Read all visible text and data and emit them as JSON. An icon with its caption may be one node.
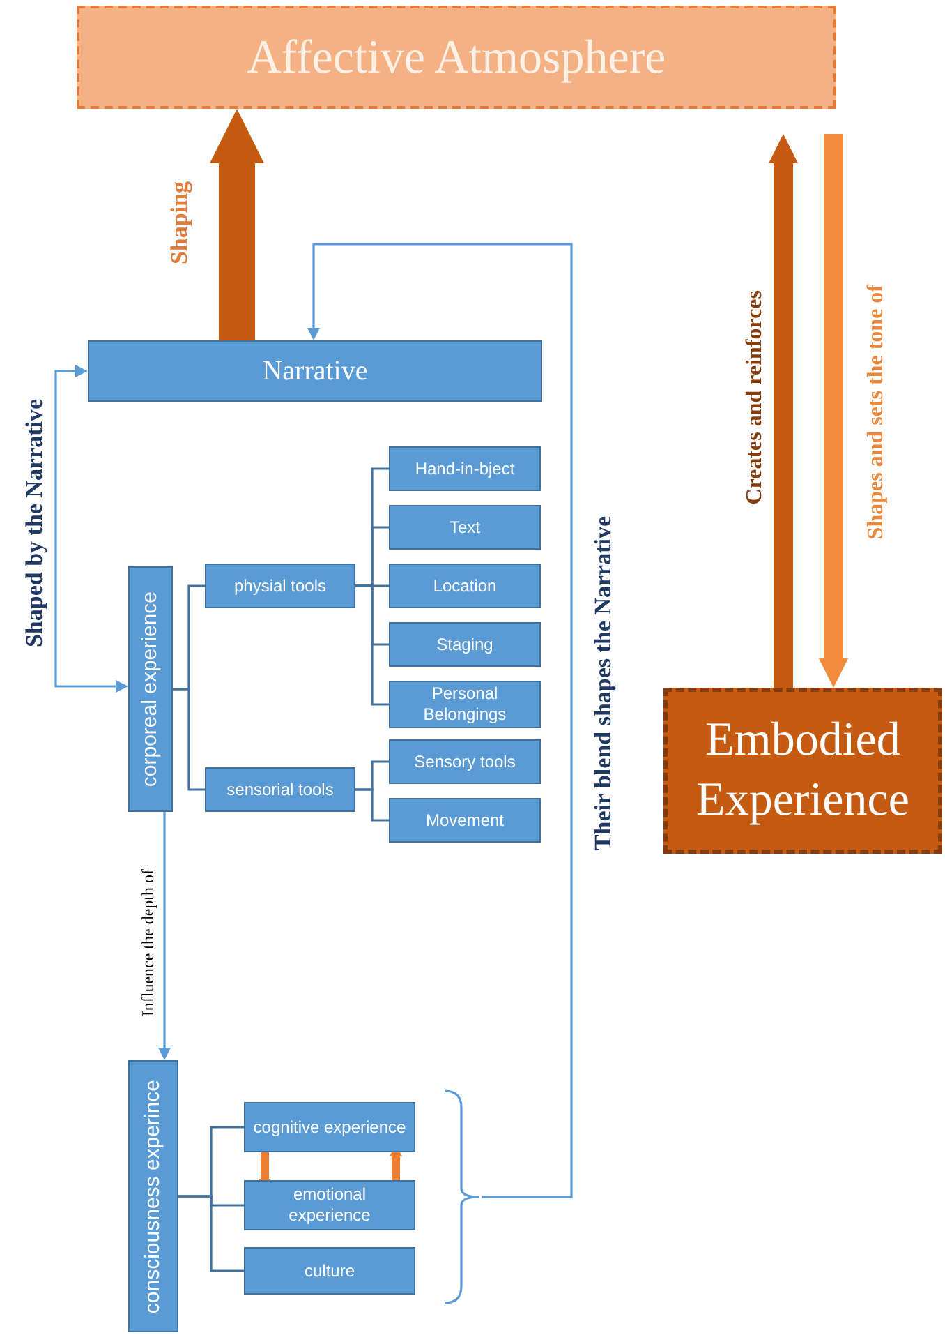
{
  "diagram": {
    "nodes": [
      {
        "text": [
          "Affective Atmosphere"
        ]
      },
      {
        "text": [
          "Narrative"
        ]
      },
      {
        "text": [
          "corporeal experience"
        ]
      },
      {
        "text": [
          "physial tools"
        ]
      },
      {
        "text": [
          "Hand-in-bject"
        ]
      },
      {
        "text": [
          "Text"
        ]
      },
      {
        "text": [
          "Location"
        ]
      },
      {
        "text": [
          "Staging"
        ]
      },
      {
        "text": [
          "Personal Belongings"
        ]
      },
      {
        "text": [
          "sensorial tools"
        ]
      },
      {
        "text": [
          "Sensory tools"
        ]
      },
      {
        "text": [
          "Movement"
        ]
      },
      {
        "text": [
          "consciousness experince"
        ]
      },
      {
        "text": [
          "cognitive experience"
        ]
      },
      {
        "text": [
          "emotional experience"
        ]
      },
      {
        "text": [
          "culture"
        ]
      },
      {
        "text": [
          "Embodied Experience"
        ]
      },
      {
        "text": [],
        "shape": "brace"
      }
    ],
    "edges": [
      {
        "from": 1,
        "to": 0,
        "arrow": "to",
        "label": "Shaping",
        "style": "thick",
        "color": "#c55a11"
      },
      {
        "from": 2,
        "to": 1,
        "arrow": "both",
        "label": "Shaped by the Narrative",
        "color": "#5b9bd5"
      },
      {
        "from": 2,
        "to": 12,
        "arrow": "to",
        "label": "Influence the depth of",
        "color": "#5b9bd5"
      },
      {
        "from": 2,
        "to": 3,
        "arrow": "none"
      },
      {
        "from": 2,
        "to": 9,
        "arrow": "none"
      },
      {
        "from": 3,
        "to": 4,
        "arrow": "none"
      },
      {
        "from": 3,
        "to": 5,
        "arrow": "none"
      },
      {
        "from": 3,
        "to": 6,
        "arrow": "none"
      },
      {
        "from": 3,
        "to": 7,
        "arrow": "none"
      },
      {
        "from": 3,
        "to": 8,
        "arrow": "none"
      },
      {
        "from": 9,
        "to": 10,
        "arrow": "none"
      },
      {
        "from": 9,
        "to": 11,
        "arrow": "none"
      },
      {
        "from": 12,
        "to": 13,
        "arrow": "none"
      },
      {
        "from": 12,
        "to": 14,
        "arrow": "none"
      },
      {
        "from": 12,
        "to": 15,
        "arrow": "none"
      },
      {
        "from": 13,
        "to": 14,
        "arrow": "to",
        "style": "thick",
        "color": "#ed7d31"
      },
      {
        "from": 14,
        "to": 13,
        "arrow": "to",
        "style": "thick",
        "color": "#ed7d31"
      },
      {
        "from": 17,
        "to": 1,
        "arrow": "to",
        "label": "Their blend shapes the Narrative",
        "color": "#5b9bd5"
      },
      {
        "from": 16,
        "to": 0,
        "arrow": "to",
        "label": "Creates and reinforces",
        "style": "thick",
        "color": "#c55a11"
      },
      {
        "from": 0,
        "to": 16,
        "arrow": "to",
        "label": "Shapes and sets the tone of",
        "style": "thick",
        "color": "#f08a3c"
      }
    ]
  }
}
